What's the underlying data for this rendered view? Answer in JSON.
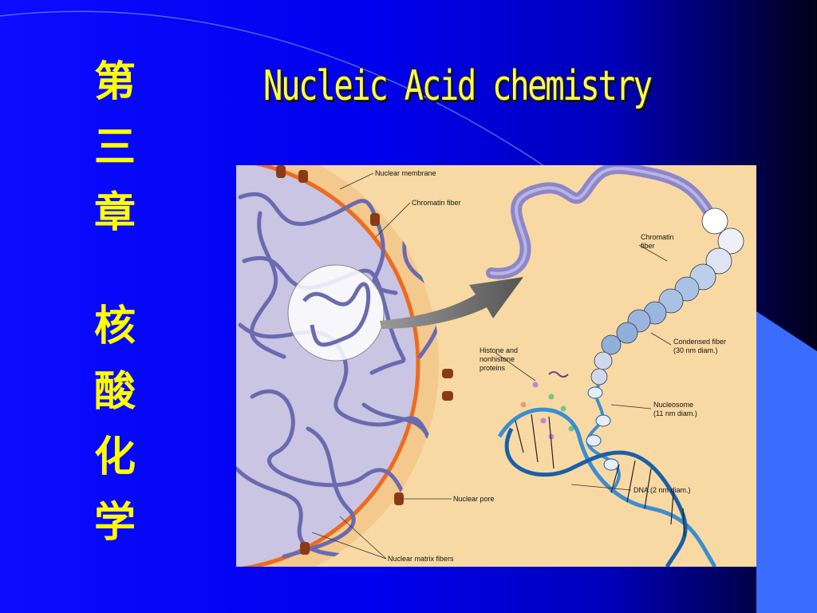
{
  "slide": {
    "chapter_chars": [
      "第",
      "三",
      "章"
    ],
    "subject_chars": [
      "核",
      "酸",
      "化",
      "学"
    ],
    "title": "Nucleic Acid chemistry"
  },
  "figure": {
    "labels": {
      "nuclear_membrane": "Nuclear membrane",
      "chromatin_fiber_left": "Chromatin fiber",
      "chromatin_fiber_right_1": "Chromatin",
      "chromatin_fiber_right_2": "fiber",
      "histone_1": "Histone and",
      "histone_2": "nonhistone",
      "histone_3": "proteins",
      "condensed_1": "Condensed fiber",
      "condensed_2": "(30 nm diam.)",
      "nucleosome_1": "Nucleosome",
      "nucleosome_2": "(11 nm diam.)",
      "dna": "DNA (2 nm diam.)",
      "nuclear_pore": "Nuclear pore",
      "nuclear_matrix": "Nuclear matrix fibers"
    }
  },
  "colors": {
    "background": "#0000ff",
    "title_yellow": "#ffff00",
    "figure_bg": "#f8d9a4",
    "membrane": "#ef6a1e",
    "chromatin": "#6a6ab0"
  }
}
